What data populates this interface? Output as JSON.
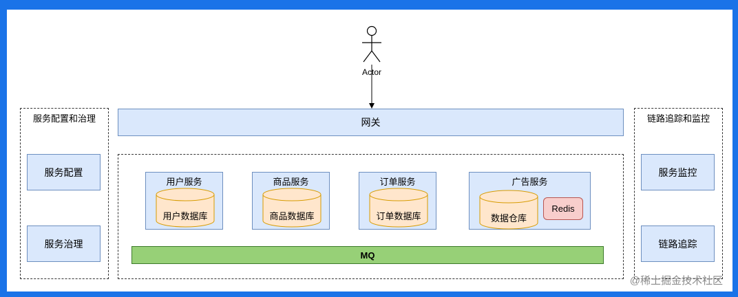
{
  "actor": {
    "label": "Actor"
  },
  "gateway": {
    "label": "网关"
  },
  "left_panel": {
    "title": "服务配置和治理",
    "items": [
      "服务配置",
      "服务治理"
    ]
  },
  "right_panel": {
    "title": "链路追踪和监控",
    "items": [
      "服务监控",
      "链路追踪"
    ]
  },
  "services": [
    {
      "title": "用户服务",
      "db": "用户数据库"
    },
    {
      "title": "商品服务",
      "db": "商品数据库"
    },
    {
      "title": "订单服务",
      "db": "订单数据库"
    },
    {
      "title": "广告服务",
      "db": "数据仓库",
      "cache": "Redis"
    }
  ],
  "mq": {
    "label": "MQ"
  },
  "watermark": "@稀土掘金技术社区",
  "colors": {
    "box_fill": "#dae8fc",
    "box_stroke": "#6c8ebf",
    "db_fill": "#ffe6cc",
    "db_stroke": "#d79b00",
    "redis_fill": "#f8cecc",
    "mq_fill": "#97d077",
    "frame": "#1a73e8"
  }
}
